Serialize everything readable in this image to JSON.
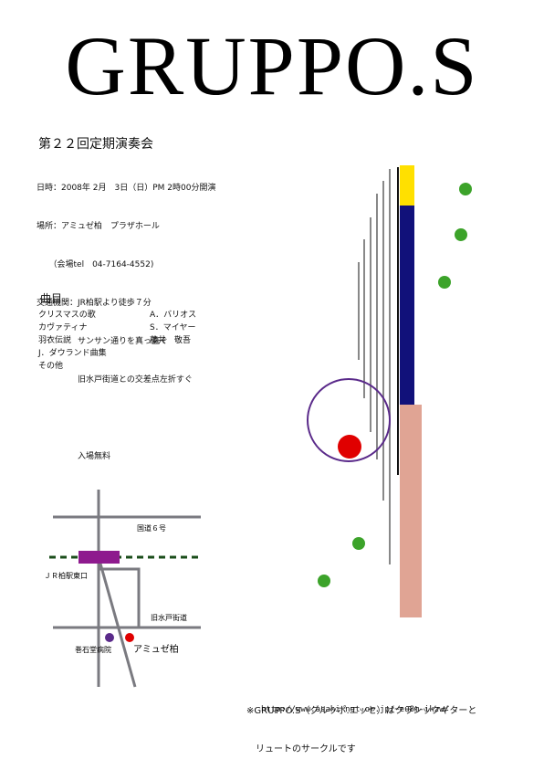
{
  "title": "GRUPPO.S",
  "concert_name": "第２２回定期演奏会",
  "info": {
    "date": "日時：2008年 2月　3日（日）PM 2時00分開演",
    "venue": "場所：アミュゼ柏　プラザホール",
    "venue_tel": "　　（会場tel　04-7164-4552)",
    "access1": "交通機関：JR柏駅より徒歩７分",
    "access2": "　　　　　サンサン通りを真っ直ぐ",
    "access3": "　　　　　旧水戸街道との交差点左折すぐ",
    "admission": "　　　　　入場無料"
  },
  "program_heading": "曲目",
  "program": [
    {
      "title": "クリスマスの歌",
      "composer": "A．バリオス"
    },
    {
      "title": "カヴァティナ",
      "composer": "S．マイヤー"
    },
    {
      "title": "羽衣伝説",
      "composer": "藤井　敬吾"
    },
    {
      "title": "J．ダウランド曲集",
      "composer": ""
    },
    {
      "title": "その他",
      "composer": ""
    }
  ],
  "map": {
    "route6": "国道６号",
    "station_east": "ＪＲ柏駅東口",
    "old_mito": "旧水戸街道",
    "hospital": "巻石堂病院",
    "amuse": "アミュゼ柏"
  },
  "footer": {
    "line1": "※GRUPPO.S（グルッポ.エッセ）はクラシックギターと",
    "line2": "　リュートのサークルです",
    "url": "http://www.asahi-net.or.jp/~eu8m-ikzw/"
  },
  "colors": {
    "yellow": "#ffe000",
    "navy": "#11117a",
    "salmon": "#e0a494",
    "green": "#3ca32a",
    "red": "#e00000",
    "purple": "#5a2a8a",
    "magenta": "#8e1a8e",
    "rail": "#1a4d1a",
    "road": "#7a7a80"
  }
}
